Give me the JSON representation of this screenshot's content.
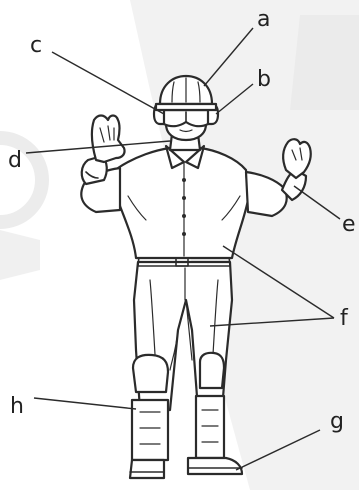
{
  "labels": {
    "a": "a",
    "b": "b",
    "c": "c",
    "d": "d",
    "e": "e",
    "f": "f",
    "g": "g",
    "h": "h"
  },
  "colors": {
    "background": "#ffffff",
    "watermark": "#f2f2f2",
    "outline": "#2b2b2b",
    "label": "#222222"
  },
  "icons": [
    "safety-helmet-icon",
    "safety-goggles-icon",
    "ear-protection-icon",
    "gloves-icon",
    "coverall-icon",
    "safety-boots-icon",
    "knee-shin-guards-icon"
  ]
}
